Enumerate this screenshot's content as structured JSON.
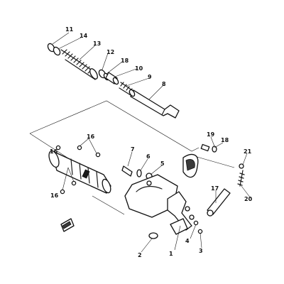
{
  "callouts": [
    {
      "id": "1",
      "text": "1"
    },
    {
      "id": "2",
      "text": "2"
    },
    {
      "id": "3",
      "text": "3"
    },
    {
      "id": "4",
      "text": "4"
    },
    {
      "id": "5",
      "text": "5"
    },
    {
      "id": "6",
      "text": "6"
    },
    {
      "id": "7",
      "text": "7"
    },
    {
      "id": "8",
      "text": "8"
    },
    {
      "id": "9",
      "text": "9"
    },
    {
      "id": "10",
      "text": "10"
    },
    {
      "id": "11",
      "text": "11"
    },
    {
      "id": "12",
      "text": "12"
    },
    {
      "id": "13",
      "text": "13"
    },
    {
      "id": "14",
      "text": "14"
    },
    {
      "id": "16a",
      "text": "16"
    },
    {
      "id": "16b",
      "text": "16"
    },
    {
      "id": "16c",
      "text": "16"
    },
    {
      "id": "17",
      "text": "17"
    },
    {
      "id": "18a",
      "text": "18"
    },
    {
      "id": "18b",
      "text": "18"
    },
    {
      "id": "19",
      "text": "19"
    },
    {
      "id": "20",
      "text": "20"
    },
    {
      "id": "21",
      "text": "21"
    }
  ]
}
